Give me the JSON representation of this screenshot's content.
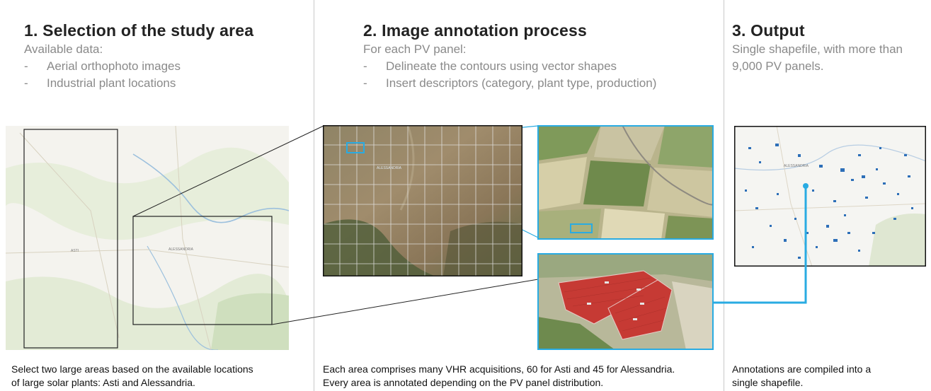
{
  "section1": {
    "title": "1.  Selection of the study area",
    "subtitle": "Available data:",
    "bullets": [
      "Aerial orthophoto images",
      "Industrial plant locations"
    ],
    "caption_lines": [
      "Select two large areas based on the available locations",
      "of large solar plants: Asti and Alessandria."
    ],
    "map_labels": [
      "ASTI",
      "ALESSANDRIA"
    ]
  },
  "section2": {
    "title": "2.  Image annotation process",
    "subtitle": "For each PV panel:",
    "bullets": [
      "Delineate the contours using vector shapes",
      "Insert descriptors (category, plant type, production)"
    ],
    "caption_lines": [
      "Each area comprises many VHR acquisitions, 60 for Asti and 45 for Alessandria.",
      "Every area is annotated depending on the PV panel distribution."
    ],
    "map_labels": [
      "ALESSANDRIA"
    ]
  },
  "section3": {
    "title": "3.  Output",
    "subtitle_lines": [
      "Single shapefile, with more than",
      "9,000 PV panels."
    ],
    "caption_lines": [
      "Annotations are compiled into a",
      "single shapefile."
    ],
    "map_labels": [
      "ALESSANDRIA"
    ]
  },
  "colors": {
    "accent": "#29abe2",
    "panel_blue": "#2d6fb8",
    "panel_red": "#c63a34"
  },
  "icons": {
    "bullet": "dash"
  }
}
